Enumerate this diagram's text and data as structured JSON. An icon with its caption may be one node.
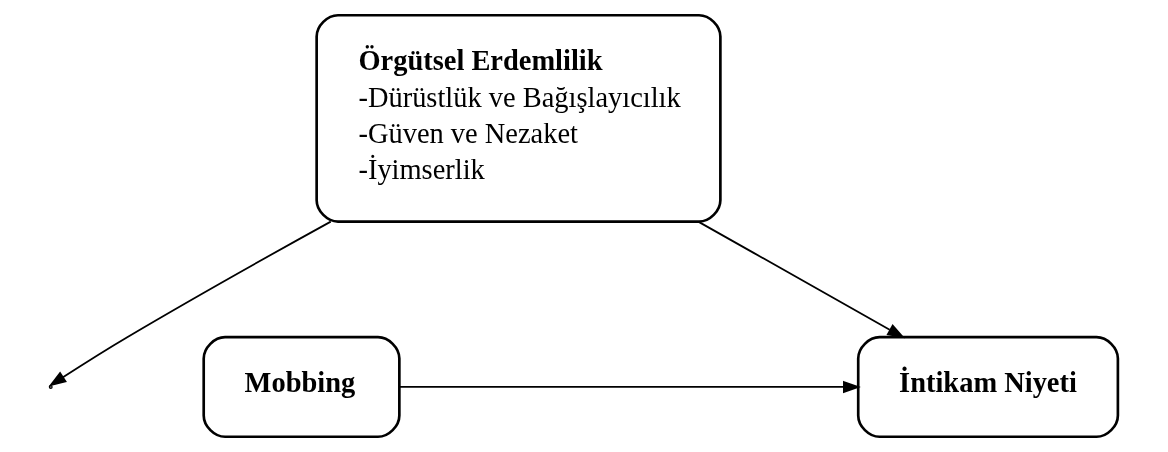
{
  "diagram": {
    "nodes": [
      {
        "text": [
          "Örgütsel Erdemlilik",
          "-Dürüstlük ve Bağışlayıcılık",
          "-Güven ve Nezaket",
          "-İyimserlik"
        ]
      },
      {
        "text": [
          "Mobbing"
        ]
      },
      {
        "text": [
          "İntikam Niyeti"
        ]
      }
    ],
    "edges": [
      {
        "from": 1,
        "to": 2,
        "arrow": "to"
      },
      {
        "from": 0,
        "to": 2,
        "arrow": "to"
      },
      {
        "from": 0,
        "to": null,
        "arrow": "to"
      }
    ]
  }
}
